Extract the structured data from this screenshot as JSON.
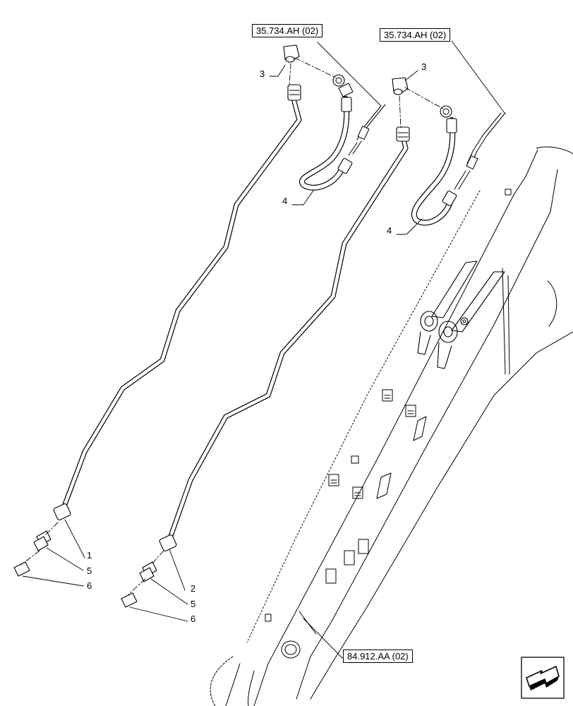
{
  "references": {
    "left_top": "35.734.AH (02)",
    "right_top": "35.734.AH (02)",
    "bottom": "84.912.AA (02)"
  },
  "callouts": {
    "c1": "1",
    "c2": "2",
    "c3_left": "3",
    "c3_right": "3",
    "c4_left": "4",
    "c4_right": "4",
    "c5_left": "5",
    "c5_right": "5",
    "c6_left": "6",
    "c6_right": "6"
  },
  "icons": {
    "nav": "next-page-arrow-icon"
  }
}
